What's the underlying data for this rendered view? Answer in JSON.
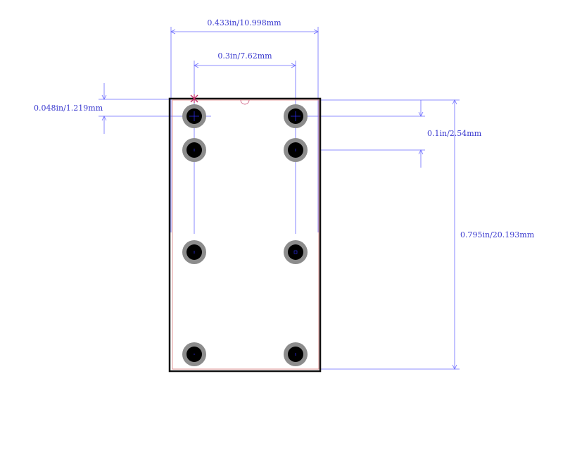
{
  "dimensions": {
    "overall_width": "0.433in/10.998mm",
    "row_spacing": "0.3in/7.62mm",
    "top_offset": "0.048in/1.219mm",
    "pin_pitch": "0.1in/2.54mm",
    "overall_height": "0.795in/20.193mm"
  },
  "colors": {
    "dimension": "#6a6aff",
    "outline": "#111111",
    "pad_ring": "#8c8c8c",
    "pad_hole": "#000000",
    "pin1_marker": "#c0306a"
  },
  "pads": {
    "count": 8,
    "columns": 2
  }
}
